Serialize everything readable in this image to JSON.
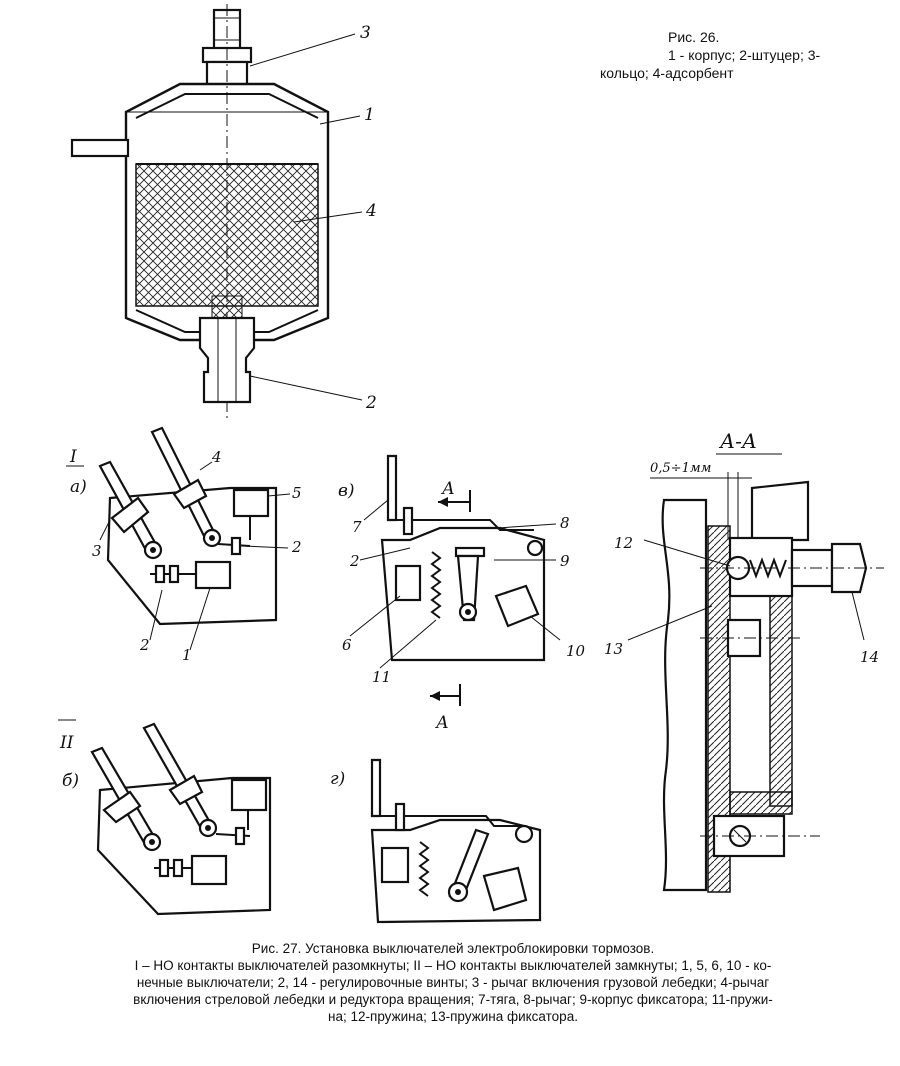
{
  "fig26": {
    "title": "Рис. 26.",
    "line1": "1 - корпус; 2-штуцер; 3-",
    "line2": "кольцо; 4-адсорбент",
    "callouts": [
      "3",
      "1",
      "4",
      "2"
    ]
  },
  "fig27": {
    "caption": [
      "Рис. 27. Установка выключателей электроблокировки тормозов.",
      "I – НО контакты выключателей разомкнуты; II – НО контакты выключателей замкнуты; 1, 5, 6, 10 - ко-",
      "нечные выключатели; 2, 14 - регулировочные винты; 3 - рычаг включения грузовой лебедки; 4-рычаг",
      "включения стреловой лебедки и редуктора вращения; 7-тяга, 8-рычаг; 9-корпус фиксатора; 11-пружи-",
      "на; 12-пружина; 13-пружина фиксатора."
    ],
    "state_I": "I",
    "state_II": "II",
    "sub_a": "а)",
    "sub_b": "б)",
    "sub_v": "в)",
    "sub_g": "г)",
    "section_title": "А-А",
    "section_mark": "А",
    "gap": "0,5÷1мм",
    "labels_a": [
      "3",
      "4",
      "5",
      "2",
      "2",
      "1"
    ],
    "labels_v": [
      "7",
      "8",
      "2",
      "9",
      "6",
      "11",
      "10"
    ],
    "labels_section": [
      "12",
      "13",
      "14"
    ]
  }
}
